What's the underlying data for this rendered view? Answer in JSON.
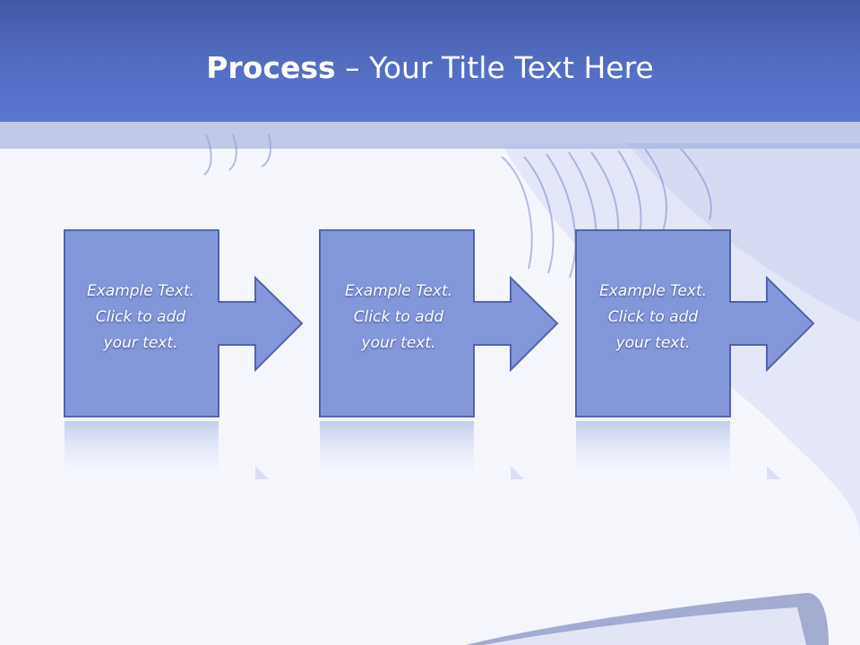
{
  "slide": {
    "title_strong": "Process",
    "title_rest": " – Your Title Text Here"
  },
  "colors": {
    "header": "#4f6bc0",
    "box_fill": "#8497da",
    "box_stroke": "#5263a8",
    "background": "#f4f6fc"
  },
  "process": {
    "steps": [
      {
        "line1": "Example Text.",
        "line2": "Click  to add",
        "line3": "your text."
      },
      {
        "line1": "Example Text.",
        "line2": "Click  to add",
        "line3": "your text."
      },
      {
        "line1": "Example Text.",
        "line2": "Click  to add",
        "line3": "your text."
      }
    ]
  }
}
